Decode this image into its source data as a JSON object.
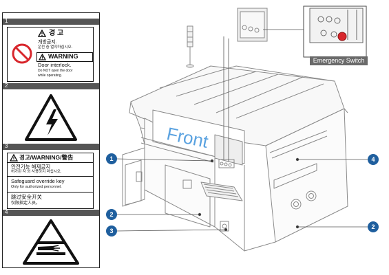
{
  "panel": {
    "sections": [
      {
        "number": "1"
      },
      {
        "number": "2"
      },
      {
        "number": "3"
      },
      {
        "number": "4"
      }
    ],
    "warning_label": {
      "korean_title": "경  고",
      "korean_line1": "개방금지.",
      "korean_line2": "운전 중 열지마십시오.",
      "english_title": "WARNING",
      "english_line1": "Door interlock.",
      "english_line2": "Do NOT open the door",
      "english_line3": "while operating."
    },
    "override_label": {
      "title": "경고/WARNING/警告",
      "korean_line1": "안전기능 해제금지",
      "korean_line2": "허가된 자 외 사용하지 마십시오.",
      "english_line1": "Safeguard override key",
      "english_line2": "Only for authorized personnel.",
      "chinese_line1": "跳过安全开关",
      "chinese_line2": "仅限指定人员。"
    }
  },
  "machine": {
    "front_text": "Front",
    "inset_label": "Emergency Switch",
    "callouts": [
      "1",
      "2",
      "3",
      "4",
      "2"
    ]
  },
  "colors": {
    "callout": "#1f5f9e",
    "front_text": "#5aa2e0",
    "prohibit": "#d8262c",
    "emergency_button": "#d8262c"
  }
}
